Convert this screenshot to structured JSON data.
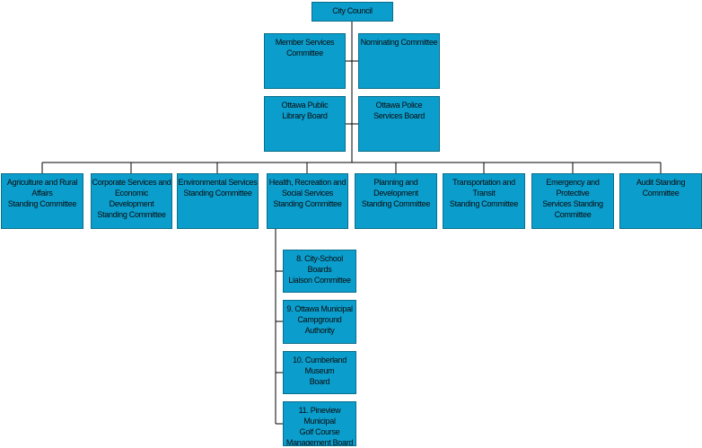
{
  "colors": {
    "box_fill": "#0b9dcc",
    "box_border": "#0a6f8a",
    "connector": "#000000",
    "text": "#0b0b0b"
  },
  "top": {
    "council": "City Council"
  },
  "council_committees": {
    "member_services": "Member Services\nCommittee",
    "nominating": "Nominating Committee",
    "library_board": "Ottawa Public\nLibrary Board",
    "police_board": "Ottawa Police\nServices Board"
  },
  "standing_committees": {
    "agriculture": "Agriculture and Rural Affairs\nStanding Committee",
    "corporate": "Corporate Services and\nEconomic Development\nStanding Committee",
    "environmental": "Environmental Services\nStanding Committee",
    "health": "Health, Recreation and\nSocial Services\nStanding Committee",
    "planning": "Planning and Development\nStanding Committee",
    "transportation": "Transportation and Transit\nStanding Committee",
    "emergency": "Emergency and\nProtective\nServices Standing\nCommittee",
    "audit": "Audit Standing Committee"
  },
  "health_subcommittees": {
    "item_8": "8. City-School Boards\nLiaison Committee",
    "item_9": "9. Ottawa Municipal\nCampground Authority",
    "item_10": "10. Cumberland Museum\nBoard",
    "item_11": "11. Pineview Municipal\nGolf Course\nManagement Board"
  }
}
